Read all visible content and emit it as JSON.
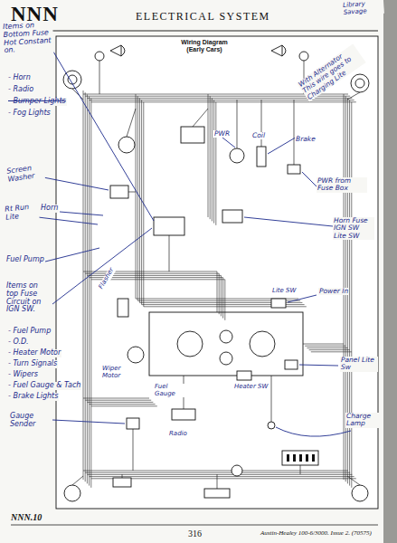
{
  "diagram": {
    "title": "Wiring Diagram (Early Cars)",
    "labels": [
      "Library Savage",
      "NNN",
      "ELECTRICAL SYSTEM",
      "Items on Bottom Fuse Hot Constant on.",
      "- Horn",
      "- Radio",
      "- Bumper Lights",
      "- Fog Lights",
      "Screen Washer",
      "Rt Run Lite",
      "Horn",
      "Fuel Pump",
      "Items on top Fuse Circuit on IGN SW.",
      "- Fuel Pump",
      "- O.D.",
      "- Heater Motor",
      "- Turn Signals",
      "- Wipers",
      "- Fuel Gauge & Tach",
      "- Brake Lights",
      "Gauge Sender",
      "With Alternator This wire goes to Charging Lite",
      "PWR",
      "Coil",
      "Brake",
      "PWR from Fuse Box",
      "Horn Fuse IGN SW Lite SW",
      "Power In",
      "Panel Lite Sw",
      "Charge Lamp",
      "Flasher",
      "Wiper Motor",
      "Fuel Gauge",
      "Lite SW",
      "Heater SW",
      "Radio",
      "NNN.10",
      "316",
      "Austin-Healey 100-6/3000. Issue 2. (70575)"
    ]
  }
}
